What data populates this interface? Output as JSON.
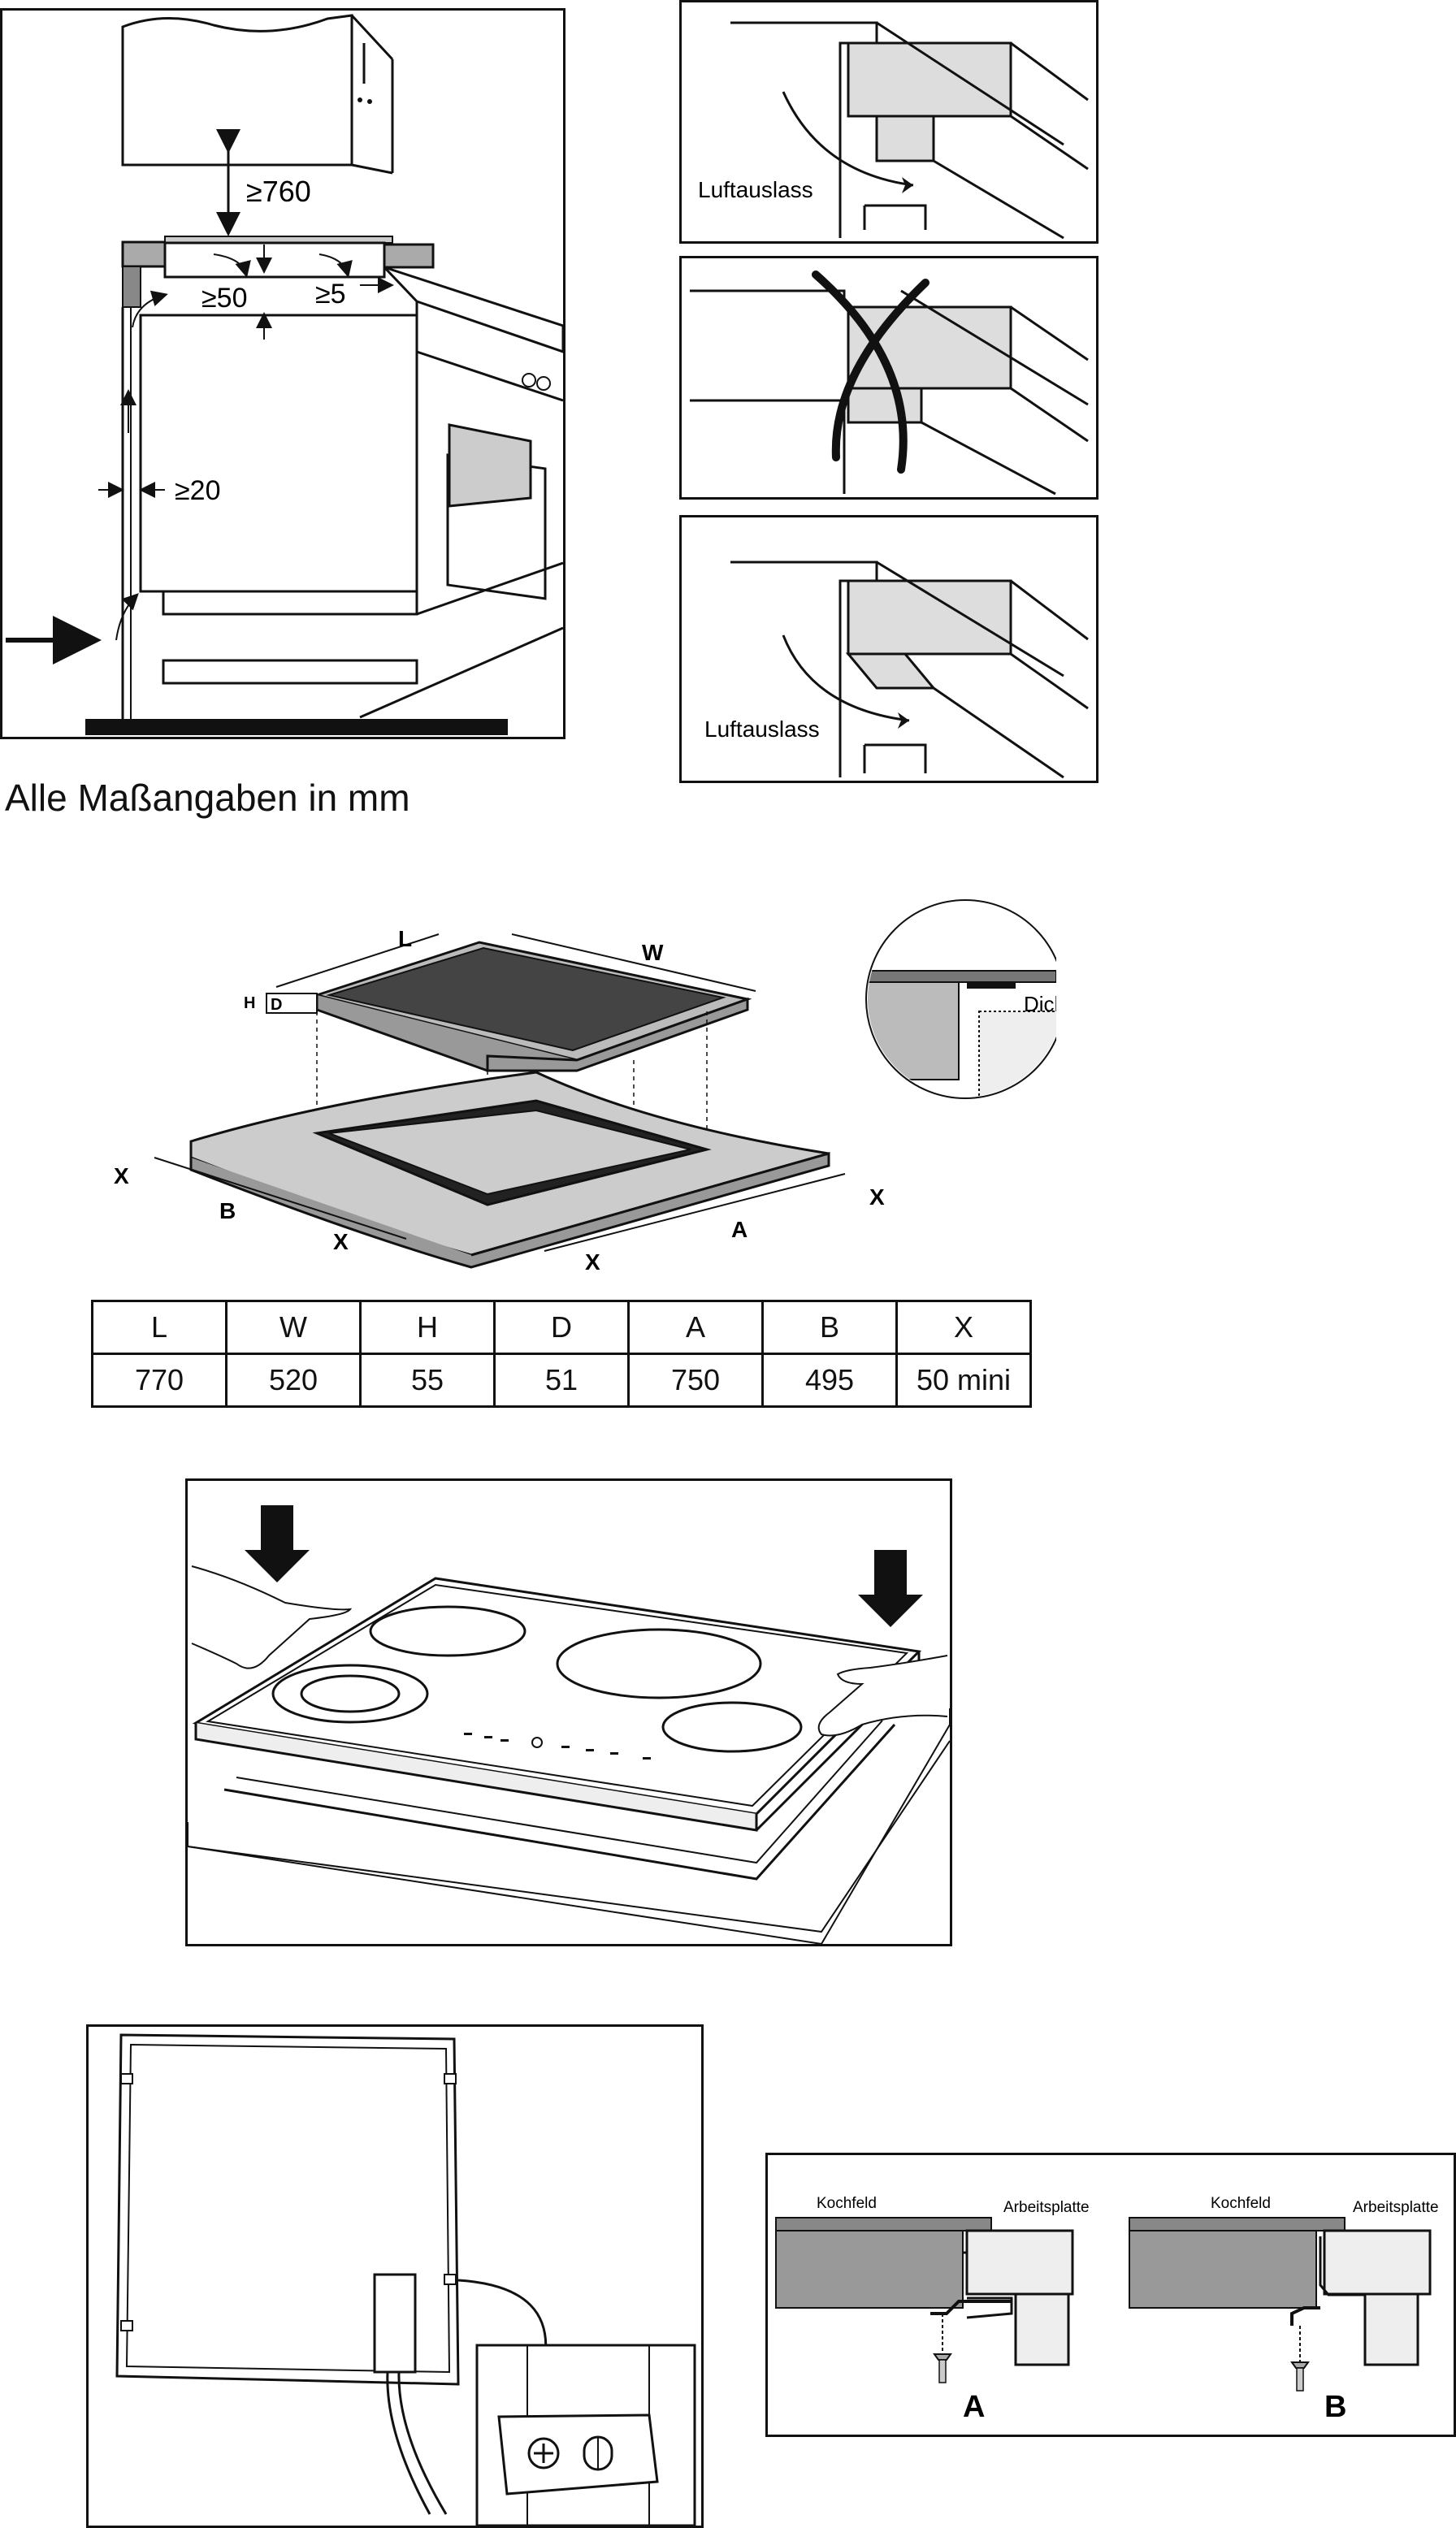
{
  "clearance": {
    "above": "≥760",
    "gap_back": "≥50",
    "gap_side": "≥5",
    "gap_front": "≥20"
  },
  "vent": {
    "top_label": "Luftauslass",
    "bottom_label": "Luftauslass"
  },
  "caption": "Alle Maßangaben in mm",
  "cutout": {
    "labels": {
      "L": "L",
      "W": "W",
      "H": "H",
      "D": "D",
      "A": "A",
      "B": "B",
      "X": "X"
    },
    "seal_label": "Dichtung"
  },
  "dimensions_table": {
    "headers": [
      "L",
      "W",
      "H",
      "D",
      "A",
      "B",
      "X"
    ],
    "values": [
      "770",
      "520",
      "55",
      "51",
      "750",
      "495",
      "50 mini"
    ]
  },
  "clamp": {
    "hob_label_a": "Kochfeld",
    "worktop_label_a": "Arbeitsplatte",
    "hob_label_b": "Kochfeld",
    "worktop_label_b": "Arbeitsplatte",
    "variant_a": "A",
    "variant_b": "B"
  }
}
